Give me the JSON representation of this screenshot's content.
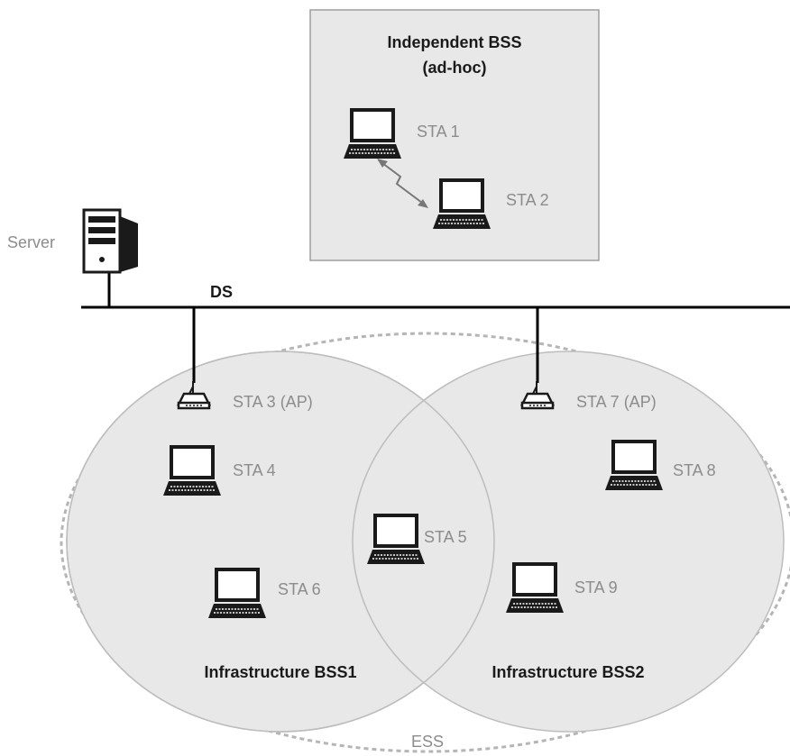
{
  "ibss": {
    "title_line1": "Independent BSS",
    "title_line2": "(ad-hoc)",
    "sta1": "STA 1",
    "sta2": "STA 2"
  },
  "server_label": "Server",
  "ds_label": "DS",
  "bss1": {
    "title": "Infrastructure BSS1",
    "ap": "STA 3 (AP)",
    "sta4": "STA 4",
    "sta6": "STA 6"
  },
  "shared": {
    "sta5": "STA 5"
  },
  "bss2": {
    "title": "Infrastructure BSS2",
    "ap": "STA 7 (AP)",
    "sta8": "STA 8",
    "sta9": "STA 9"
  },
  "ess_label": "ESS",
  "colors": {
    "region_fill": "#e8e8e8",
    "region_stroke": "#bdbdbd",
    "ess_dash": "#b0b0b0",
    "line": "#000000",
    "device": "#1a1a1a",
    "label_gray": "#8c8c8c"
  },
  "icons": {
    "laptop": "laptop-icon",
    "server": "server-icon",
    "access_point": "access-point-icon",
    "wireless_link": "wireless-link-icon"
  }
}
